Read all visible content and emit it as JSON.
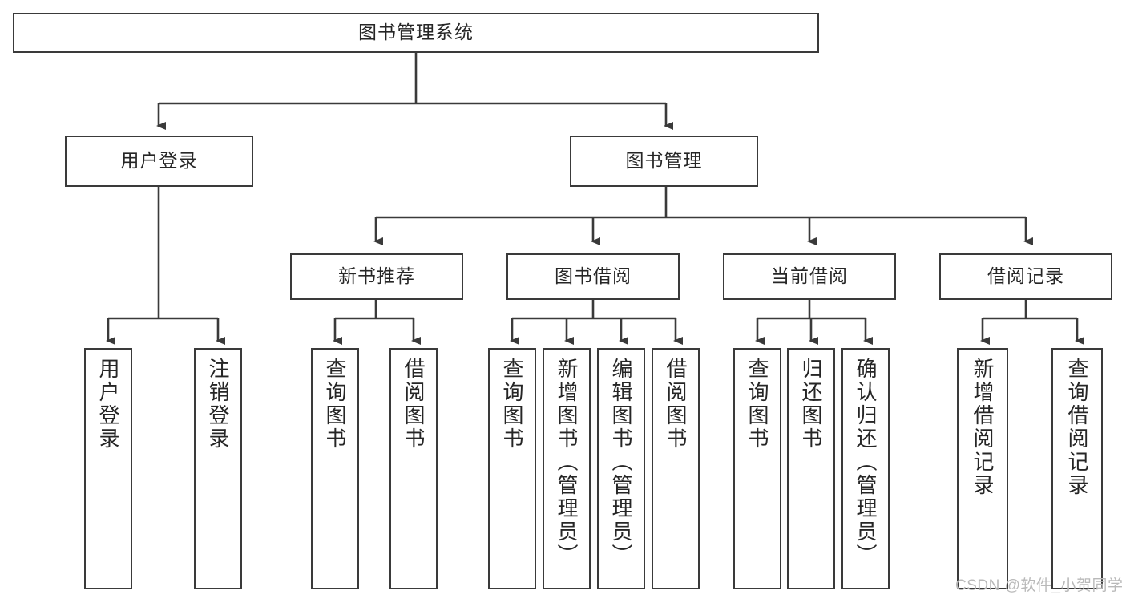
{
  "diagram": {
    "title": "图书管理系统",
    "type": "tree-hierarchy",
    "root": {
      "label": "图书管理系统"
    },
    "level2": [
      {
        "label": "用户登录"
      },
      {
        "label": "图书管理"
      }
    ],
    "level3": [
      {
        "label": "新书推荐"
      },
      {
        "label": "图书借阅"
      },
      {
        "label": "当前借阅"
      },
      {
        "label": "借阅记录"
      }
    ],
    "leaves_user_login": [
      {
        "label": "用户登录"
      },
      {
        "label": "注销登录"
      }
    ],
    "leaves_new_book": [
      {
        "label": "查询图书"
      },
      {
        "label": "借阅图书"
      }
    ],
    "leaves_borrow": [
      {
        "label": "查询图书"
      },
      {
        "label": "新增图书（管理员）"
      },
      {
        "label": "编辑图书（管理员）"
      },
      {
        "label": "借阅图书"
      }
    ],
    "leaves_current": [
      {
        "label": "查询图书"
      },
      {
        "label": "归还图书"
      },
      {
        "label": "确认归还（管理员）"
      }
    ],
    "leaves_records": [
      {
        "label": "新增借阅记录"
      },
      {
        "label": "查询借阅记录"
      }
    ]
  },
  "watermark": {
    "text": "CSDN @软件_小贺同学"
  },
  "colors": {
    "stroke": "#3a3a3a",
    "text": "#262626",
    "background": "#ffffff",
    "watermark": "#b9b9b9"
  }
}
